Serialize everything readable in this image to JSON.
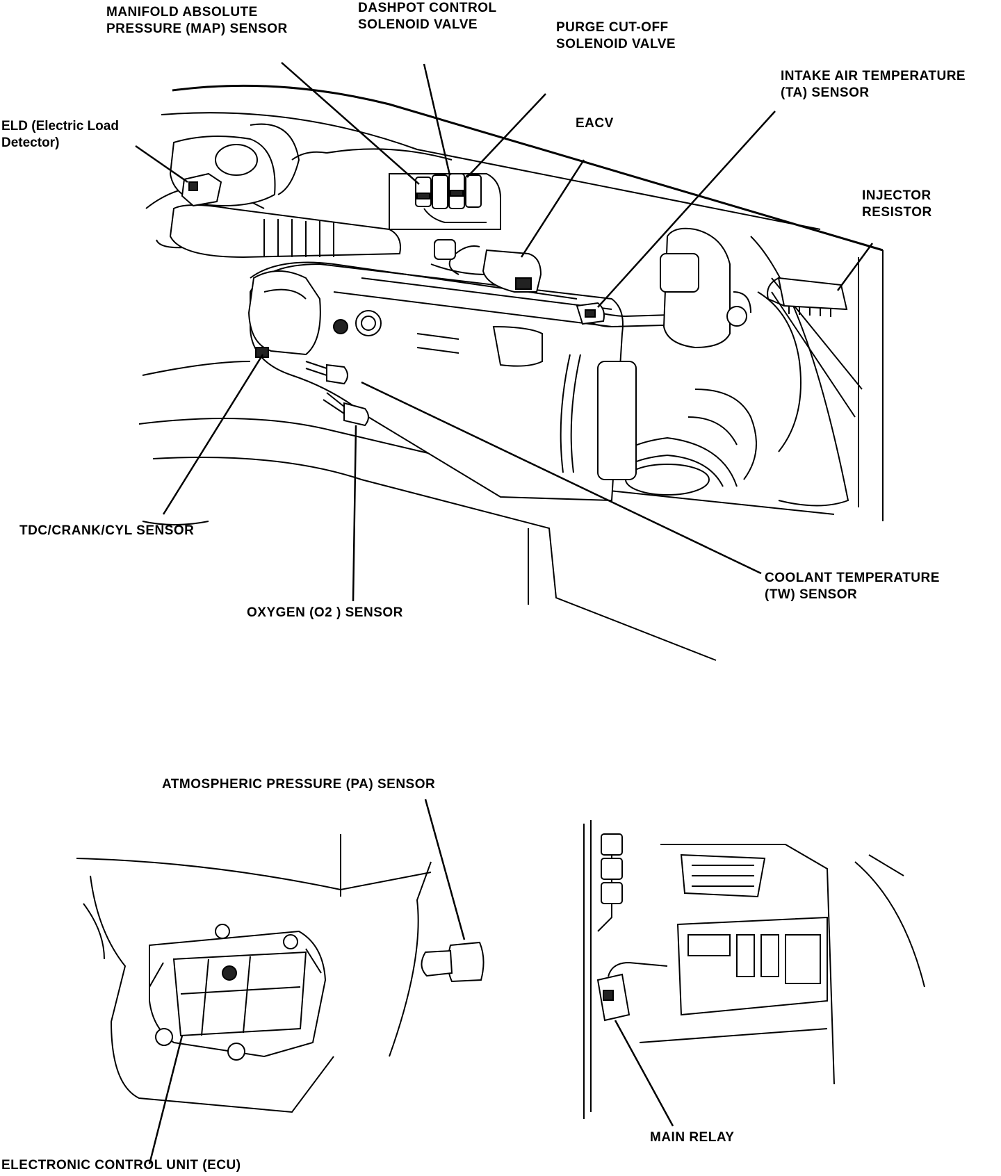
{
  "labels": {
    "map_sensor": [
      "MANIFOLD ABSOLUTE",
      "PRESSURE (MAP) SENSOR"
    ],
    "dashpot": [
      "DASHPOT CONTROL",
      "SOLENOID VALVE"
    ],
    "purge": [
      "PURGE CUT-OFF",
      "SOLENOID VALVE"
    ],
    "intake_air": [
      "INTAKE AIR TEMPERATURE",
      "(TA) SENSOR"
    ],
    "eld": [
      "ELD (Electric Load",
      "Detector)"
    ],
    "eacv": "EACV",
    "injector": [
      "INJECTOR",
      "RESISTOR"
    ],
    "tdc": "TDC/CRANK/CYL SENSOR",
    "coolant": [
      "COOLANT TEMPERATURE",
      "(TW) SENSOR"
    ],
    "oxygen": "OXYGEN (O2 ) SENSOR",
    "atmospheric": "ATMOSPHERIC PRESSURE (PA) SENSOR",
    "ecu": "ELECTRONIC CONTROL UNIT (ECU)",
    "main_relay": "MAIN RELAY"
  }
}
